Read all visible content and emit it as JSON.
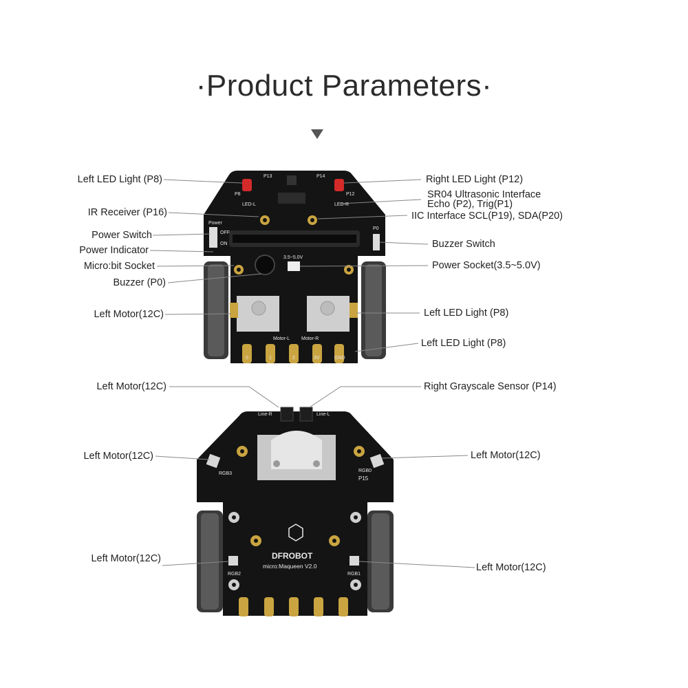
{
  "title": "·Product Parameters·",
  "top_board": {
    "labels_left": [
      "Left LED Light (P8)",
      "IR Receiver (P16)",
      "Power Switch",
      "Power Indicator",
      "Micro:bit Socket",
      "Buzzer (P0)",
      "Left Motor(12C)"
    ],
    "labels_right": [
      "Right LED Light (P12)",
      "SR04 Ultrasonic Interface",
      "Echo (P2), Trig(P1)",
      "IIC Interface SCL(P19), SDA(P20)",
      "Buzzer Switch",
      "Power Socket(3.5~5.0V)",
      "Left LED Light (P8)",
      "Left LED Light (P8)"
    ],
    "silkscreen": {
      "p8": "P8",
      "p13": "P13",
      "p14": "P14",
      "p12": "P12",
      "led_l": "LED-L",
      "led_r": "LED-R",
      "power": "Power",
      "off": "OFF",
      "on": "ON",
      "p0": "P0",
      "voltage": "3.5~5.0V",
      "motor_l": "Motor-L",
      "motor_r": "Motor-R",
      "pin0": "0",
      "pin1": "1",
      "pin2": "2",
      "pin3v": "3V",
      "gnd": "GND"
    }
  },
  "bottom_board": {
    "labels_left": [
      "Left Motor(12C)",
      "Left Motor(12C)",
      "Left Motor(12C)"
    ],
    "labels_right": [
      "Right Grayscale Sensor (P14)",
      "Left Motor(12C)",
      "Left Motor(12C)"
    ],
    "silkscreen": {
      "line_r": "Line-R",
      "line_l": "Line-L",
      "rgb3": "RGB3",
      "rgb0": "RGB0",
      "p15": "P15",
      "rgb2": "RGB2",
      "rgb1": "RGB1",
      "brand": "DFROBOT",
      "model": "micro:Maqueen V2.0"
    }
  },
  "colors": {
    "pcb": "#141414",
    "gold": "#c9a440",
    "tire": "#3a3a3a",
    "led": "#d42a2a",
    "leader": "#888888"
  }
}
